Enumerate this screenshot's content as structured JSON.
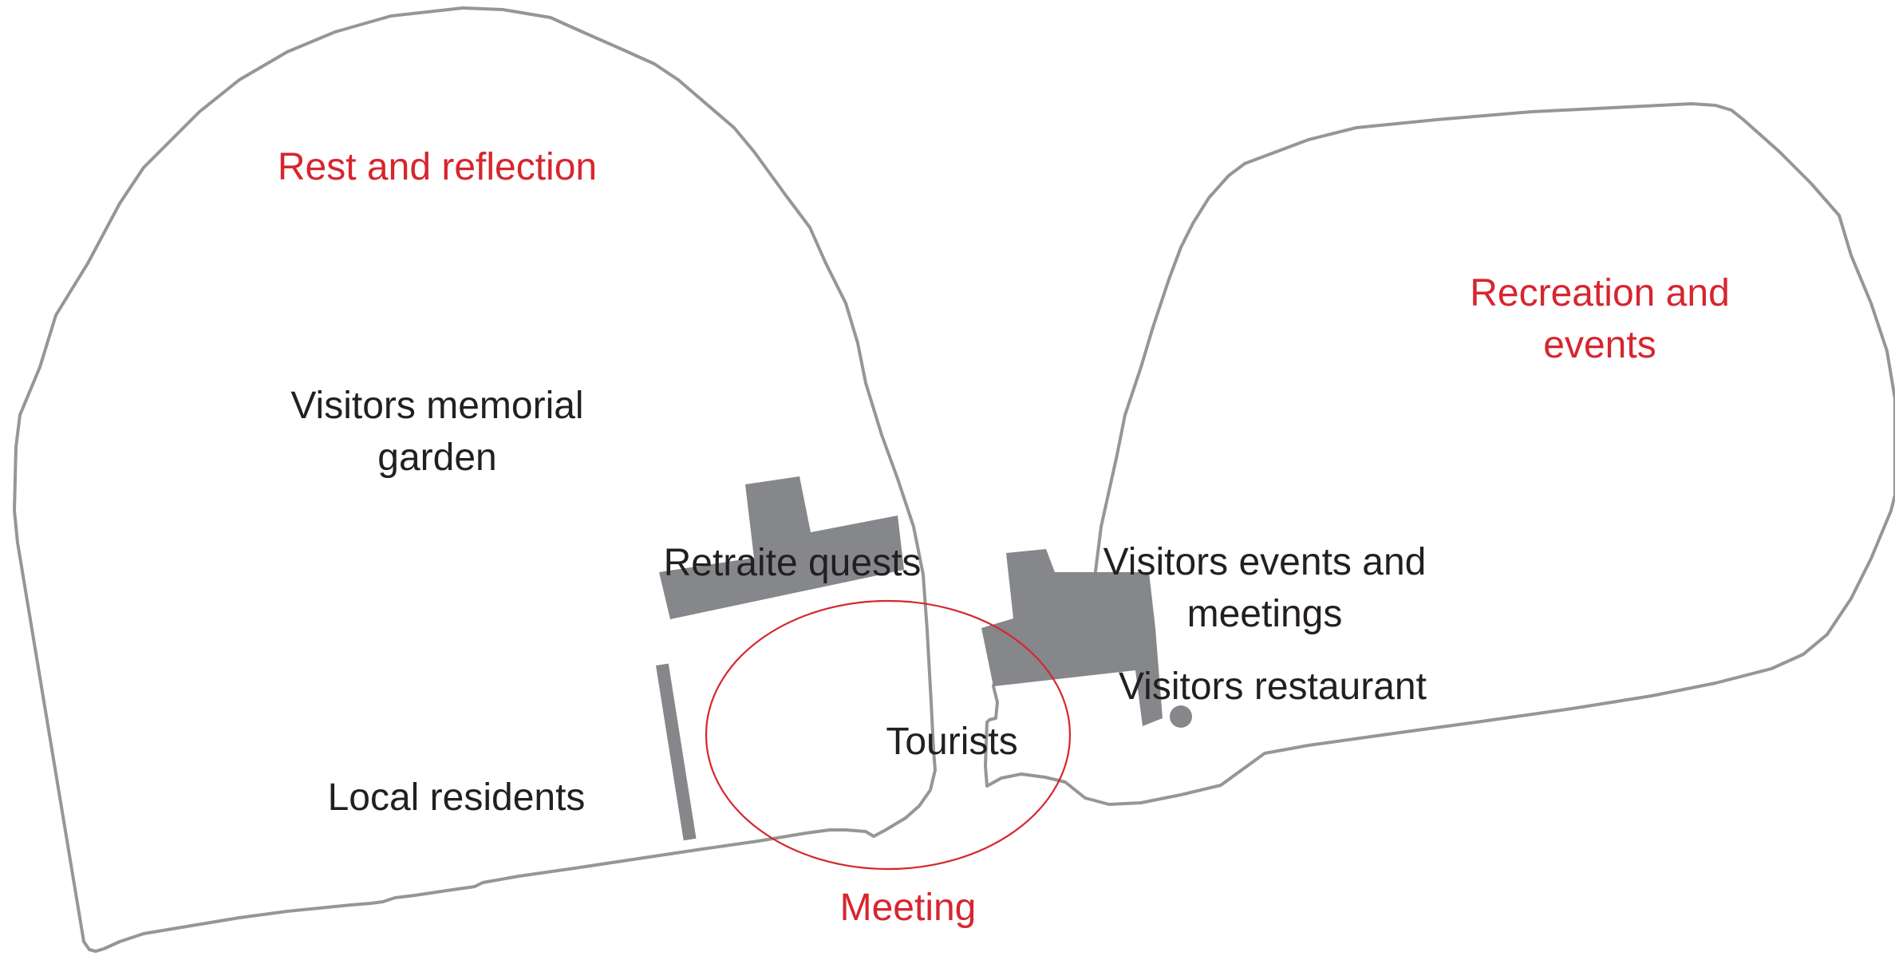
{
  "zones": {
    "left": "Rest and reflection",
    "right_line1": "Recreation and",
    "right_line2": "events",
    "meeting": "Meeting"
  },
  "groups": {
    "memorial_line1": "Visitors memorial",
    "memorial_line2": "garden",
    "retreat_guests": "Retraite quests",
    "events_line1": "Visitors events and",
    "events_line2": "meetings",
    "restaurant": "Visitors restaurant",
    "tourists": "Tourists",
    "local_residents": "Local residents"
  },
  "colors": {
    "accent_red": "#d6262f",
    "outline_gray": "#969696",
    "building_gray": "#86878a",
    "text_dark": "#231f20"
  }
}
